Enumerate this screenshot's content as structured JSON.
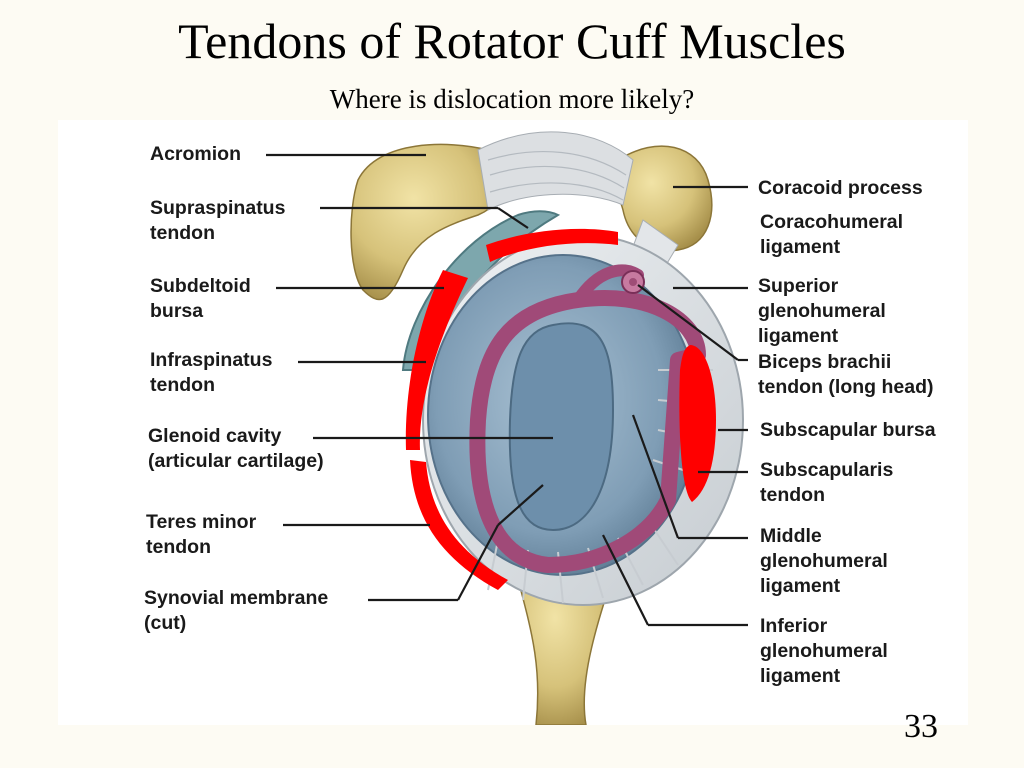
{
  "slide": {
    "title": "Tendons of Rotator Cuff Muscles",
    "subtitle": "Where is dislocation more likely?",
    "page_number": "33"
  },
  "labels": {
    "acromion": [
      "Acromion"
    ],
    "supraspinatus_tendon": [
      "Supraspinatus",
      "tendon"
    ],
    "subdeltoid_bursa": [
      "Subdeltoid",
      "bursa"
    ],
    "infraspinatus_tendon": [
      "Infraspinatus",
      "tendon"
    ],
    "glenoid_cavity": [
      "Glenoid cavity",
      "(articular cartilage)"
    ],
    "teres_minor_tendon": [
      "Teres minor",
      "tendon"
    ],
    "synovial_membrane": [
      "Synovial membrane",
      "(cut)"
    ],
    "coracoid_process": [
      "Coracoid process"
    ],
    "coracohumeral_ligament": [
      "Coracohumeral",
      "ligament"
    ],
    "superior_glenohumeral_ligament": [
      "Superior",
      "glenohumeral",
      "ligament"
    ],
    "biceps_brachii_tendon": [
      "Biceps brachii",
      "tendon (long head)"
    ],
    "subscapular_bursa": [
      "Subscapular bursa"
    ],
    "subscapularis_tendon": [
      "Subscapularis",
      "tendon"
    ],
    "middle_glenohumeral_ligament": [
      "Middle",
      "glenohumeral",
      "ligament"
    ],
    "inferior_glenohumeral_ligament": [
      "Inferior",
      "glenohumeral",
      "ligament"
    ]
  },
  "colors": {
    "background": "#fdfbf3",
    "bone": "#d8c47e",
    "cartilage": "#7f9db5",
    "ligament": "#a04a78",
    "highlight": "#ff0000",
    "leader_line": "#1a1a1a"
  }
}
